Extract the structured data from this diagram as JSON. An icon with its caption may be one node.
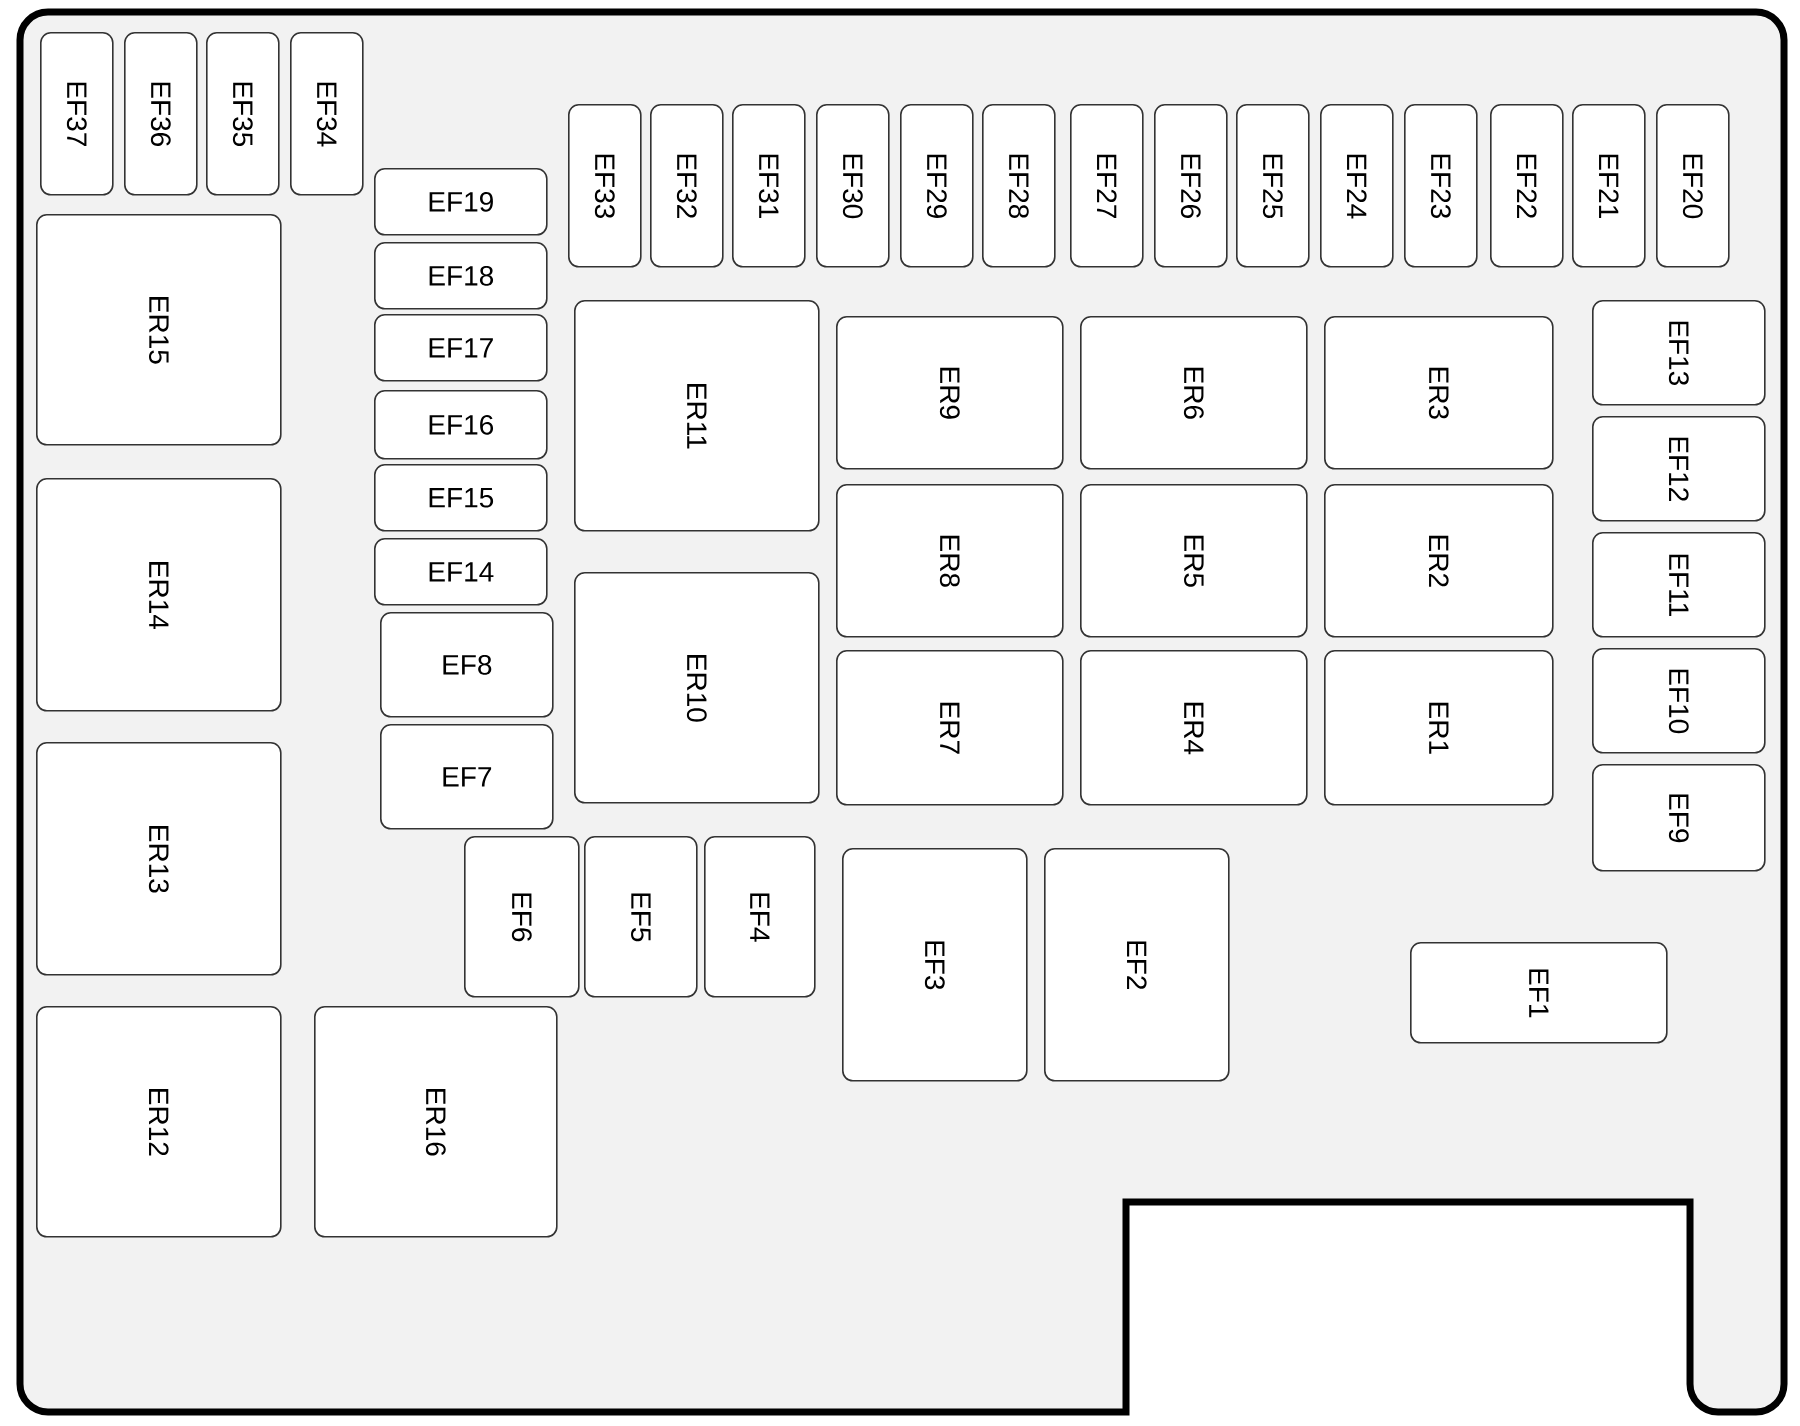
{
  "diagram": {
    "nodes": [
      {
        "text": [
          "EF37"
        ]
      },
      {
        "text": [
          "EF36"
        ]
      },
      {
        "text": [
          "EF35"
        ]
      },
      {
        "text": [
          "EF34"
        ]
      },
      {
        "text": [
          "EF33"
        ]
      },
      {
        "text": [
          "EF32"
        ]
      },
      {
        "text": [
          "EF31"
        ]
      },
      {
        "text": [
          "EF30"
        ]
      },
      {
        "text": [
          "EF29"
        ]
      },
      {
        "text": [
          "EF28"
        ]
      },
      {
        "text": [
          "EF27"
        ]
      },
      {
        "text": [
          "EF26"
        ]
      },
      {
        "text": [
          "EF25"
        ]
      },
      {
        "text": [
          "EF24"
        ]
      },
      {
        "text": [
          "EF23"
        ]
      },
      {
        "text": [
          "EF22"
        ]
      },
      {
        "text": [
          "EF21"
        ]
      },
      {
        "text": [
          "EF20"
        ]
      },
      {
        "text": [
          "EF19"
        ]
      },
      {
        "text": [
          "EF18"
        ]
      },
      {
        "text": [
          "EF17"
        ]
      },
      {
        "text": [
          "EF16"
        ]
      },
      {
        "text": [
          "EF15"
        ]
      },
      {
        "text": [
          "EF14"
        ]
      },
      {
        "text": [
          "EF8"
        ]
      },
      {
        "text": [
          "EF7"
        ]
      },
      {
        "text": [
          "ER15"
        ]
      },
      {
        "text": [
          "ER14"
        ]
      },
      {
        "text": [
          "ER13"
        ]
      },
      {
        "text": [
          "ER12"
        ]
      },
      {
        "text": [
          "ER16"
        ]
      },
      {
        "text": [
          "ER11"
        ]
      },
      {
        "text": [
          "ER10"
        ]
      },
      {
        "text": [
          "ER9"
        ]
      },
      {
        "text": [
          "ER6"
        ]
      },
      {
        "text": [
          "ER3"
        ]
      },
      {
        "text": [
          "ER8"
        ]
      },
      {
        "text": [
          "ER5"
        ]
      },
      {
        "text": [
          "ER2"
        ]
      },
      {
        "text": [
          "ER7"
        ]
      },
      {
        "text": [
          "ER4"
        ]
      },
      {
        "text": [
          "ER1"
        ]
      },
      {
        "text": [
          "EF13"
        ]
      },
      {
        "text": [
          "EF12"
        ]
      },
      {
        "text": [
          "EF11"
        ]
      },
      {
        "text": [
          "EF10"
        ]
      },
      {
        "text": [
          "EF9"
        ]
      },
      {
        "text": [
          "EF6"
        ]
      },
      {
        "text": [
          "EF5"
        ]
      },
      {
        "text": [
          "EF4"
        ]
      },
      {
        "text": [
          "EF3"
        ]
      },
      {
        "text": [
          "EF2"
        ]
      },
      {
        "text": [
          "EF1"
        ]
      }
    ]
  }
}
